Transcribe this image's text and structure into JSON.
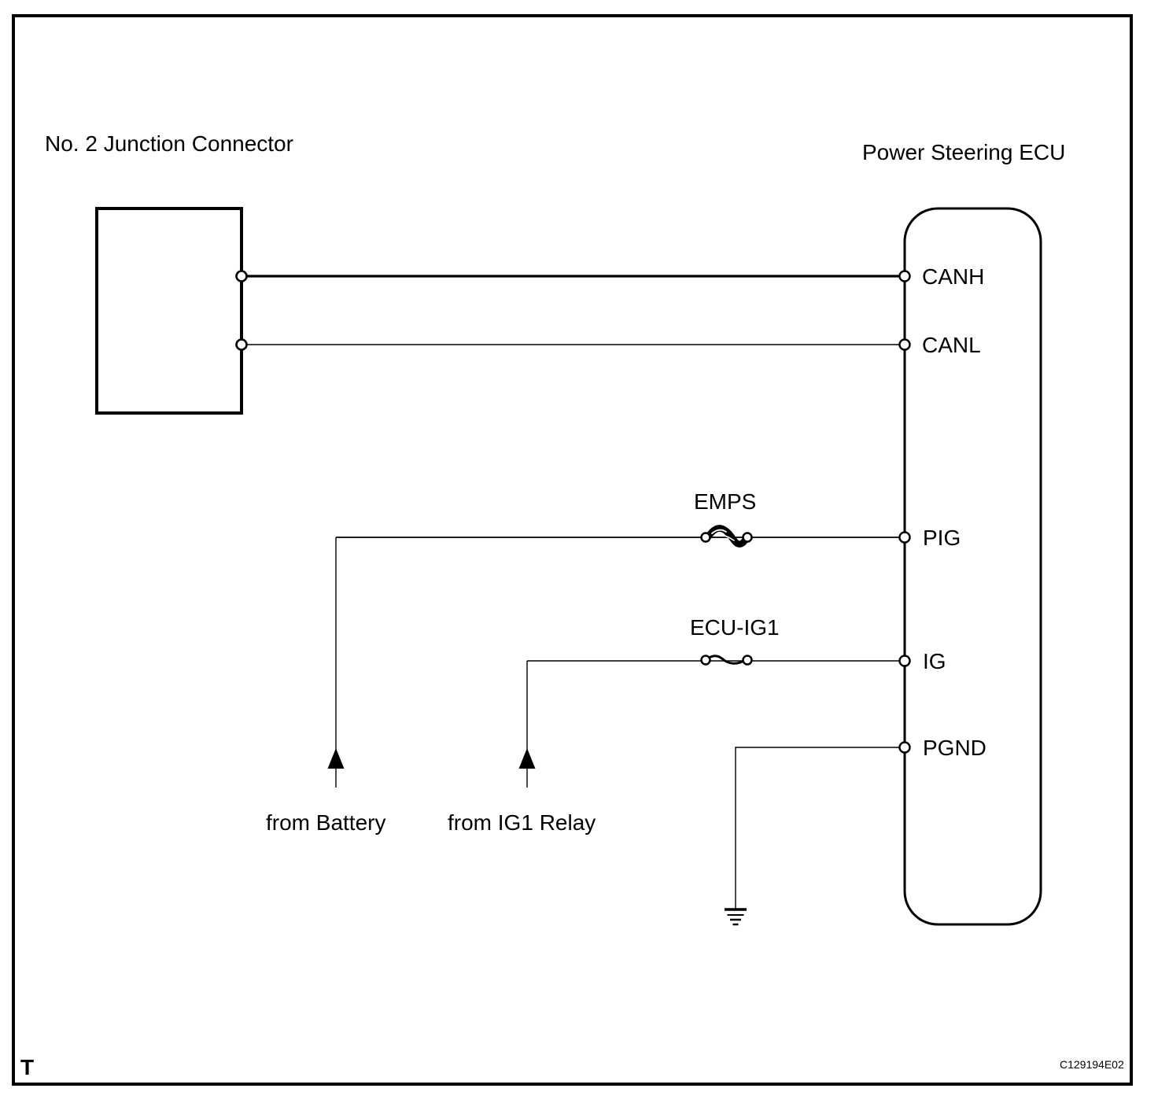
{
  "colors": {
    "line": "#000000",
    "background": "#ffffff"
  },
  "diagram": {
    "junction_connector": {
      "label": "No. 2 Junction Connector"
    },
    "ecu": {
      "label": "Power Steering ECU",
      "pins": [
        {
          "name": "CANH"
        },
        {
          "name": "CANL"
        },
        {
          "name": "PIG"
        },
        {
          "name": "IG"
        },
        {
          "name": "PGND"
        }
      ]
    },
    "fuses": [
      {
        "label": "EMPS"
      },
      {
        "label": "ECU-IG1"
      }
    ],
    "sources": [
      {
        "label": "from Battery"
      },
      {
        "label": "from IG1 Relay"
      }
    ],
    "icons": {
      "ground": "ground-symbol",
      "arrow": "up-arrow",
      "fusible_link": "twisted-fusible-link",
      "fuse": "wavy-fuse"
    },
    "footer": {
      "page_marker": "T",
      "figure_code": "C129194E02"
    }
  }
}
